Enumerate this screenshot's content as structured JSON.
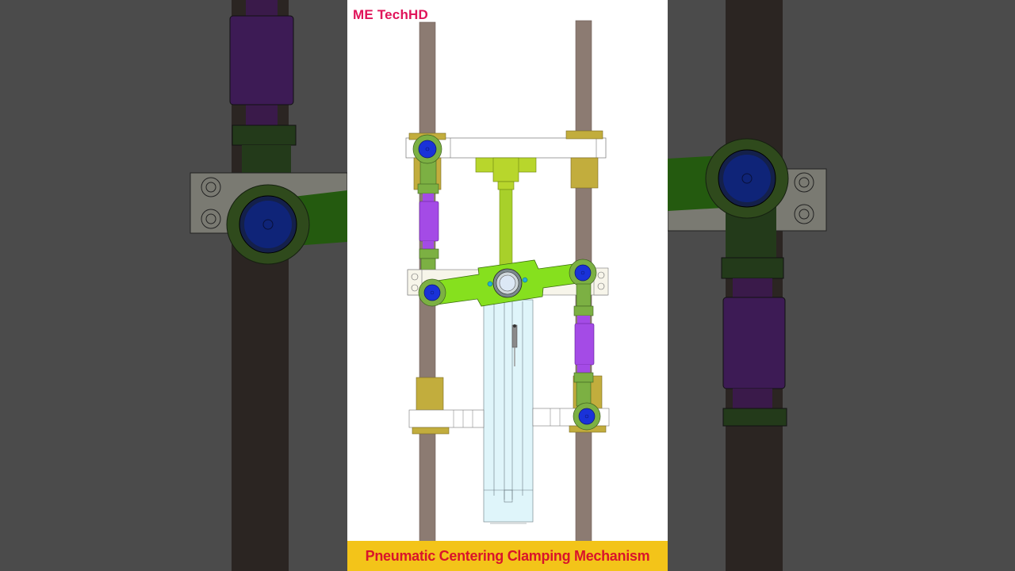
{
  "video": {
    "watermark": "ME TechHD",
    "caption": "Pneumatic Centering Clamping Mechanism",
    "caption_bg_color": "#f3c419",
    "caption_text_color": "#d9142b",
    "watermark_color": "#e0145a"
  },
  "drawing": {
    "subject": "pneumatic-centering-clamping-mechanism",
    "colors": {
      "guide_rod": "#8c7b72",
      "bushing": "#c2ad3d",
      "rod_end": "#7cb043",
      "pin": "#1a32d8",
      "turnbuckle": "#a44be6",
      "lever": "#86e01e",
      "cylinder": "#dff5fa",
      "plate": "#ffffff"
    }
  }
}
